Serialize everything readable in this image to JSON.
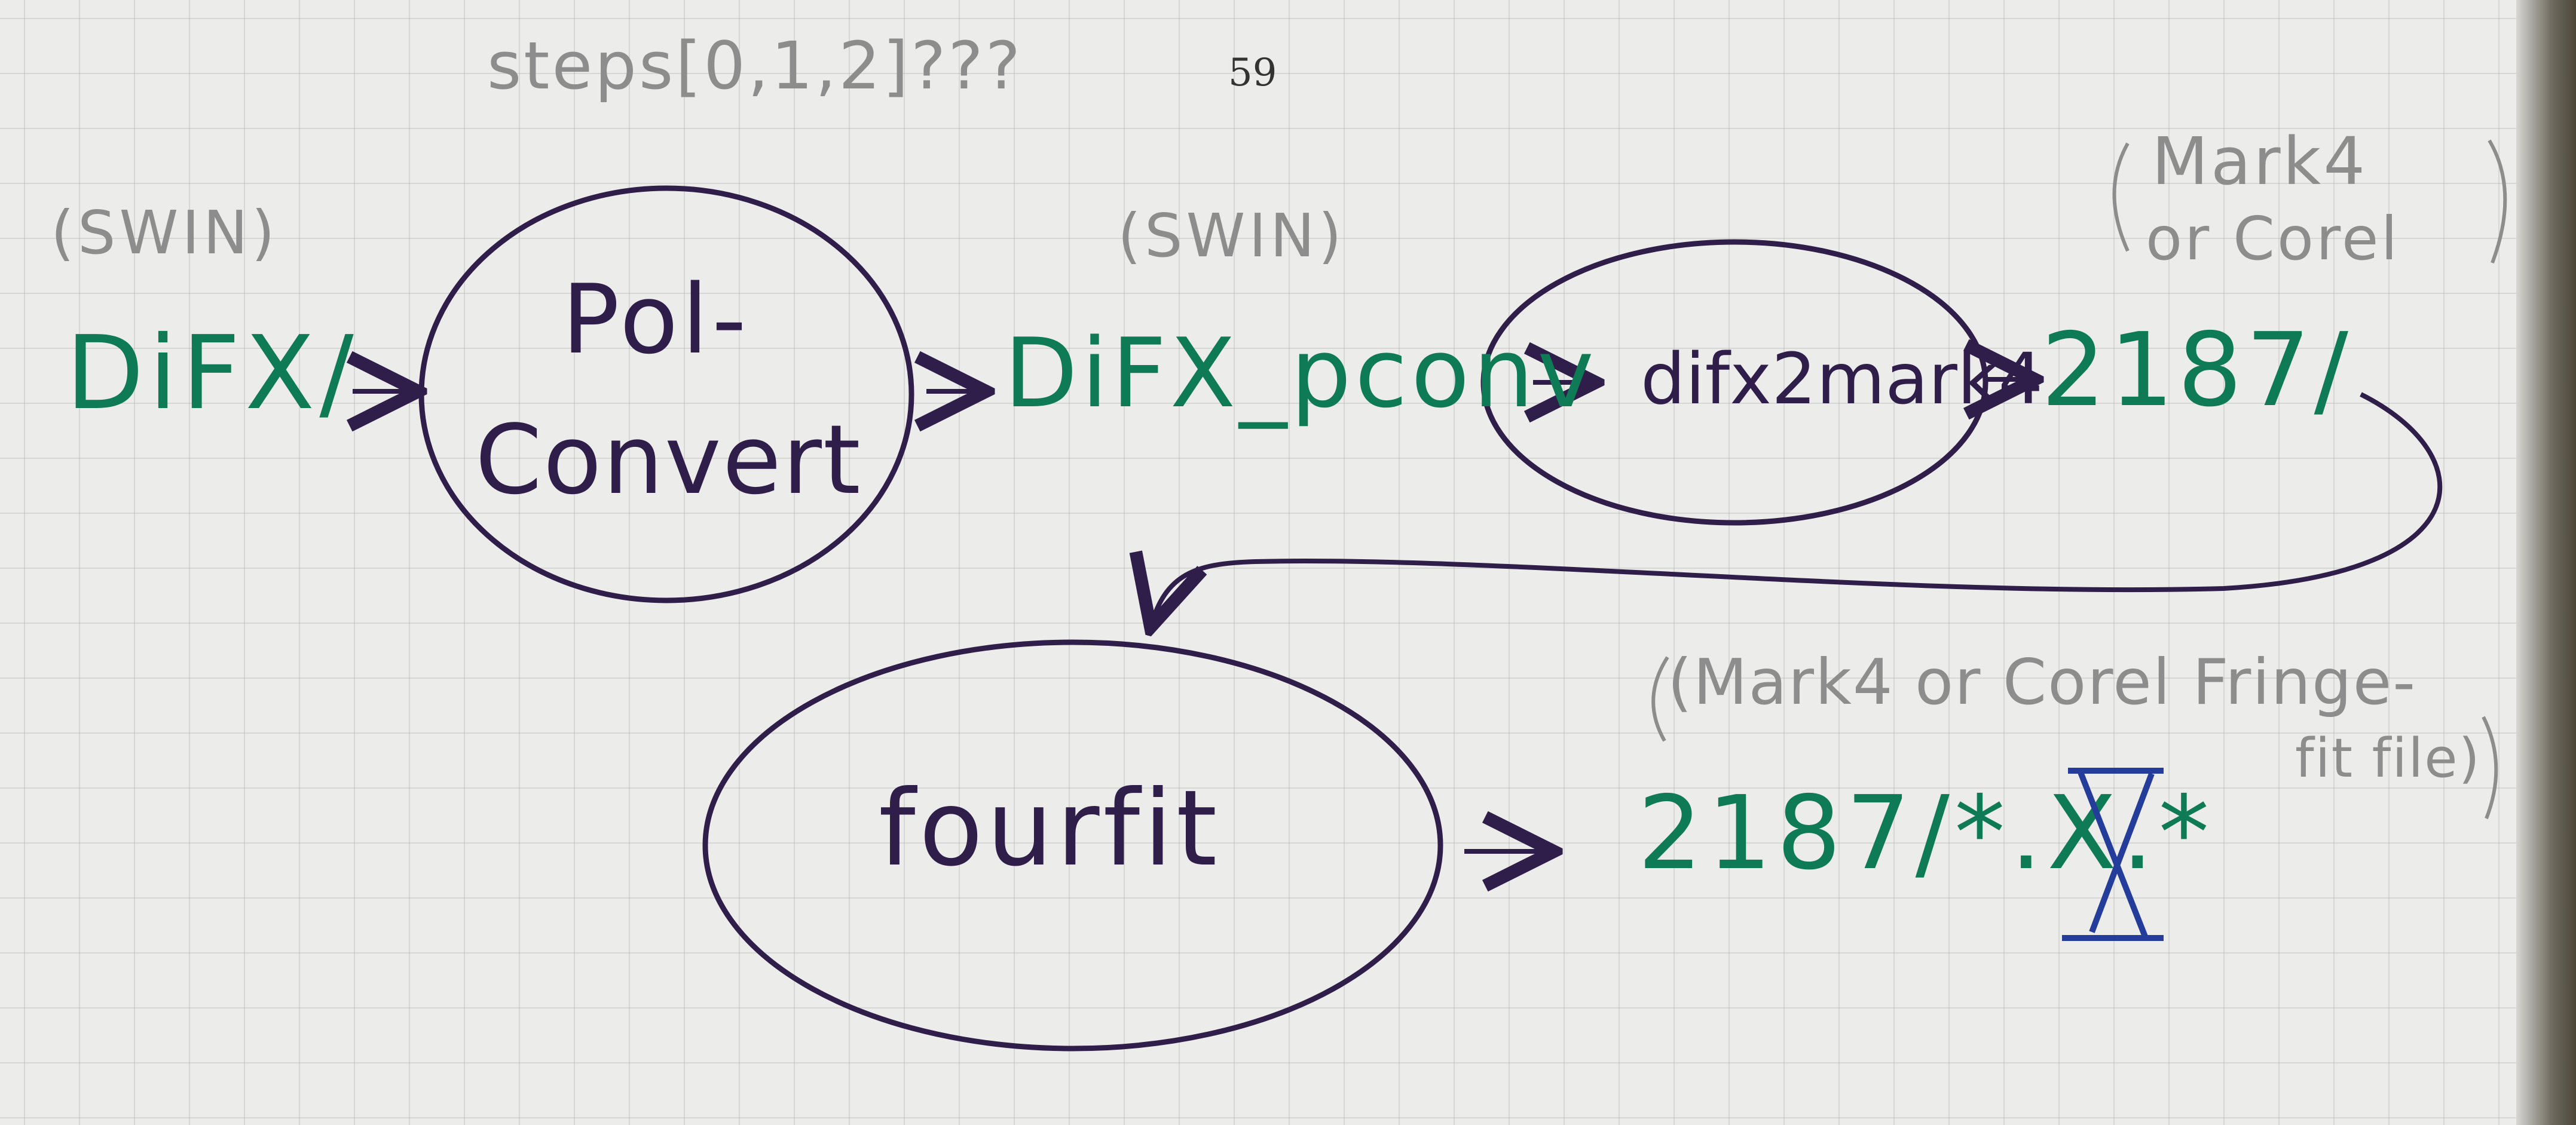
{
  "page": {
    "number": "59"
  },
  "notes": {
    "top_pencil": "steps[0,1,2]???"
  },
  "labels": {
    "swin_1": "(SWIN)",
    "swin_2": "(SWIN)",
    "mark4_corel_top_line1": "Mark4",
    "mark4_corel_top_line2": "or Corel",
    "mark4_fringe_line1": "(Mark4 or Corel Fringe-",
    "mark4_fringe_line2": "fit file)"
  },
  "nodes": {
    "polconvert_line1": "Pol-",
    "polconvert_line2": "Convert",
    "difx2mark4": "difx2mark4",
    "fourfit": "fourfit"
  },
  "data_items": {
    "difx_input": "DiFX/",
    "difx_pconv": "DiFX_pconv",
    "mark4_dir": "2187/",
    "fringe_output": "2187/*.X.*"
  },
  "colors": {
    "ink": "#2f1d4a",
    "data_green": "#0f7a56",
    "pencil": "#8d8d8d",
    "correction_blue": "#243c9a",
    "paper": "#ececea"
  }
}
